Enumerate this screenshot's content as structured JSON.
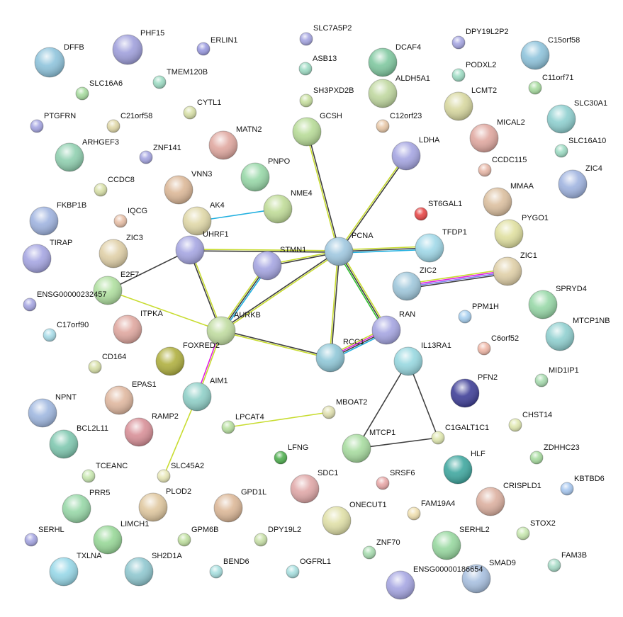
{
  "network": {
    "nodes": [
      {
        "id": "DFFB",
        "color": "#8fc4dc"
      },
      {
        "id": "PHF15",
        "color": "#a0a0dc"
      },
      {
        "id": "ERLIN1",
        "color": "#9a9ae0"
      },
      {
        "id": "SLC7A5P2",
        "color": "#a6a6e2"
      },
      {
        "id": "DPY19L2P2",
        "color": "#a6a6e2"
      },
      {
        "id": "C15orf58",
        "color": "#8fc4dc"
      },
      {
        "id": "ASB13",
        "color": "#9edcc4"
      },
      {
        "id": "DCAF4",
        "color": "#80c8a0"
      },
      {
        "id": "TMEM120B",
        "color": "#9edcc4"
      },
      {
        "id": "PODXL2",
        "color": "#9edcc4"
      },
      {
        "id": "SLC16A6",
        "color": "#a8dca0"
      },
      {
        "id": "ALDH5A1",
        "color": "#c0d8a0"
      },
      {
        "id": "C11orf71",
        "color": "#a8dca0"
      },
      {
        "id": "SH3PXD2B",
        "color": "#c8e0a0"
      },
      {
        "id": "LCMT2",
        "color": "#d8d8a0"
      },
      {
        "id": "CYTL1",
        "color": "#d8e0a8"
      },
      {
        "id": "PTGFRN",
        "color": "#a6a6e2"
      },
      {
        "id": "C21orf58",
        "color": "#e0d8a8"
      },
      {
        "id": "C12orf23",
        "color": "#e8c8a8"
      },
      {
        "id": "SLC30A1",
        "color": "#8fd0d0"
      },
      {
        "id": "GCSH",
        "color": "#b8dc98"
      },
      {
        "id": "MATN2",
        "color": "#e0a8a0"
      },
      {
        "id": "MICAL2",
        "color": "#e0a8a0"
      },
      {
        "id": "ARHGEF3",
        "color": "#90d0b0"
      },
      {
        "id": "ZNF141",
        "color": "#a6a6e2"
      },
      {
        "id": "SLC16A10",
        "color": "#9edcc4"
      },
      {
        "id": "LDHA",
        "color": "#a6a6e2"
      },
      {
        "id": "PNPO",
        "color": "#98d8a8"
      },
      {
        "id": "CCDC115",
        "color": "#e8b8a8"
      },
      {
        "id": "ZIC4",
        "color": "#a0b4e0"
      },
      {
        "id": "CCDC8",
        "color": "#d8e0a8"
      },
      {
        "id": "VNN3",
        "color": "#dcb898"
      },
      {
        "id": "NME4",
        "color": "#c0dc98"
      },
      {
        "id": "MMAA",
        "color": "#dcc0a0"
      },
      {
        "id": "FKBP1B",
        "color": "#a0b4e0"
      },
      {
        "id": "AK4",
        "color": "#e0d8a8"
      },
      {
        "id": "IQCG",
        "color": "#e8c0a8"
      },
      {
        "id": "ST6GAL1",
        "color": "#e84848"
      },
      {
        "id": "PYGO1",
        "color": "#e0e0a0"
      },
      {
        "id": "ZIC3",
        "color": "#e0d0a8"
      },
      {
        "id": "UHRF1",
        "color": "#a6a6e2"
      },
      {
        "id": "TIRAP",
        "color": "#a6a6e2"
      },
      {
        "id": "STMN1",
        "color": "#a6a6e2"
      },
      {
        "id": "PCNA",
        "color": "#a0c8e0"
      },
      {
        "id": "TFDP1",
        "color": "#a0d8e8"
      },
      {
        "id": "ZIC1",
        "color": "#e0d0a8"
      },
      {
        "id": "ZIC2",
        "color": "#a0c8dc"
      },
      {
        "id": "E2F7",
        "color": "#b0e0a0"
      },
      {
        "id": "ENSG00000232457",
        "color": "#a6a6e2"
      },
      {
        "id": "SPRYD4",
        "color": "#98d8a8"
      },
      {
        "id": "PPM1H",
        "color": "#a8d0f0"
      },
      {
        "id": "ITPKA",
        "color": "#e0a8a0"
      },
      {
        "id": "AURKB",
        "color": "#c0dca0"
      },
      {
        "id": "RAN",
        "color": "#a6a6e2"
      },
      {
        "id": "MTCP1NB",
        "color": "#90d0d0"
      },
      {
        "id": "C17orf90",
        "color": "#a8dce8"
      },
      {
        "id": "RCC1",
        "color": "#90c8d8"
      },
      {
        "id": "C6orf52",
        "color": "#f0b8a8"
      },
      {
        "id": "IL13RA1",
        "color": "#98d8e0"
      },
      {
        "id": "FOXRED2",
        "color": "#b0b040"
      },
      {
        "id": "CD164",
        "color": "#d8e0a8"
      },
      {
        "id": "MID1IP1",
        "color": "#a8dcb0"
      },
      {
        "id": "AIM1",
        "color": "#90d0c8"
      },
      {
        "id": "PFN2",
        "color": "#404098"
      },
      {
        "id": "NPNT",
        "color": "#a0b8e0"
      },
      {
        "id": "EPAS1",
        "color": "#e0b8a0"
      },
      {
        "id": "MBOAT2",
        "color": "#e0e0b0"
      },
      {
        "id": "CHST14",
        "color": "#e0e8b0"
      },
      {
        "id": "RAMP2",
        "color": "#d89098"
      },
      {
        "id": "LPCAT4",
        "color": "#b8e0a0"
      },
      {
        "id": "BCL2L11",
        "color": "#80c8b0"
      },
      {
        "id": "C1GALT1C1",
        "color": "#e0e8b0"
      },
      {
        "id": "MTCP1",
        "color": "#a8dca0"
      },
      {
        "id": "LFNG",
        "color": "#50b050"
      },
      {
        "id": "ZDHHC23",
        "color": "#a8dca0"
      },
      {
        "id": "HLF",
        "color": "#40a8a0"
      },
      {
        "id": "TCEANC",
        "color": "#c8e8b0"
      },
      {
        "id": "SLC45A2",
        "color": "#e8e8b8"
      },
      {
        "id": "SDC1",
        "color": "#e0a8a8"
      },
      {
        "id": "SRSF6",
        "color": "#e8a8a8"
      },
      {
        "id": "KBTBD6",
        "color": "#a8c8f0"
      },
      {
        "id": "PRR5",
        "color": "#98d8a8"
      },
      {
        "id": "PLOD2",
        "color": "#e0c8a0"
      },
      {
        "id": "GPD1L",
        "color": "#dcb898"
      },
      {
        "id": "CRISPLD1",
        "color": "#dcb0a0"
      },
      {
        "id": "ONECUT1",
        "color": "#e0e0a8"
      },
      {
        "id": "FAM19A4",
        "color": "#f0e0b0"
      },
      {
        "id": "STOX2",
        "color": "#c8e8b0"
      },
      {
        "id": "SERHL",
        "color": "#a6a6e2"
      },
      {
        "id": "LIMCH1",
        "color": "#98d898"
      },
      {
        "id": "GPM6B",
        "color": "#c0e0a0"
      },
      {
        "id": "DPY19L2",
        "color": "#c8e0a8"
      },
      {
        "id": "SERHL2",
        "color": "#98d8a0"
      },
      {
        "id": "ZNF70",
        "color": "#a8dcb0"
      },
      {
        "id": "FAM3B",
        "color": "#a8dcc8"
      },
      {
        "id": "TXLNA",
        "color": "#98d8e8"
      },
      {
        "id": "SH2D1A",
        "color": "#90c8d0"
      },
      {
        "id": "BEND6",
        "color": "#a8e0e0"
      },
      {
        "id": "OGFRL1",
        "color": "#a8e0e0"
      },
      {
        "id": "ENSG00000186654",
        "color": "#a6a6e2"
      },
      {
        "id": "SMAD9",
        "color": "#a8c0e0"
      }
    ],
    "edges": [
      {
        "a": "AK4",
        "b": "NME4",
        "channels": [
          "#22b0e0"
        ]
      },
      {
        "a": "UHRF1",
        "b": "PCNA",
        "channels": [
          "#c8dc30",
          "#404040"
        ]
      },
      {
        "a": "UHRF1",
        "b": "AURKB",
        "channels": [
          "#c8dc30",
          "#404040"
        ]
      },
      {
        "a": "UHRF1",
        "b": "E2F7",
        "channels": [
          "#404040"
        ]
      },
      {
        "a": "STMN1",
        "b": "PCNA",
        "channels": [
          "#c8dc30",
          "#404040"
        ]
      },
      {
        "a": "STMN1",
        "b": "AURKB",
        "channels": [
          "#22b0e0",
          "#404040",
          "#c8dc30"
        ]
      },
      {
        "a": "AURKB",
        "b": "PCNA",
        "channels": [
          "#404040",
          "#c8dc30"
        ]
      },
      {
        "a": "E2F7",
        "b": "AURKB",
        "channels": [
          "#c8dc30"
        ]
      },
      {
        "a": "AURKB",
        "b": "RCC1",
        "channels": [
          "#404040",
          "#c8dc30"
        ]
      },
      {
        "a": "PCNA",
        "b": "GCSH",
        "channels": [
          "#c8dc30",
          "#404040"
        ]
      },
      {
        "a": "PCNA",
        "b": "LDHA",
        "channels": [
          "#c8dc30",
          "#404040"
        ]
      },
      {
        "a": "PCNA",
        "b": "TFDP1",
        "channels": [
          "#c8dc30",
          "#404040",
          "#22b0e0"
        ]
      },
      {
        "a": "PCNA",
        "b": "RCC1",
        "channels": [
          "#404040",
          "#c8dc30"
        ]
      },
      {
        "a": "PCNA",
        "b": "RAN",
        "channels": [
          "#c8dc30",
          "#404040",
          "#30c030"
        ]
      },
      {
        "a": "RAN",
        "b": "RCC1",
        "channels": [
          "#22b0e0",
          "#404040",
          "#e020e0",
          "#c8dc30"
        ]
      },
      {
        "a": "ZIC2",
        "b": "ZIC1",
        "channels": [
          "#c8dc30",
          "#e020e0",
          "#8080f0",
          "#404040"
        ]
      },
      {
        "a": "AURKB",
        "b": "AIM1",
        "channels": [
          "#c8dc30",
          "#e020e0"
        ]
      },
      {
        "a": "AIM1",
        "b": "SLC45A2",
        "channels": [
          "#c8dc30"
        ]
      },
      {
        "a": "LPCAT4",
        "b": "MBOAT2",
        "channels": [
          "#c8dc30"
        ]
      },
      {
        "a": "IL13RA1",
        "b": "MTCP1",
        "channels": [
          "#404040"
        ]
      },
      {
        "a": "IL13RA1",
        "b": "C1GALT1C1",
        "channels": [
          "#404040"
        ]
      },
      {
        "a": "MTCP1",
        "b": "C1GALT1C1",
        "channels": [
          "#404040"
        ]
      }
    ]
  }
}
